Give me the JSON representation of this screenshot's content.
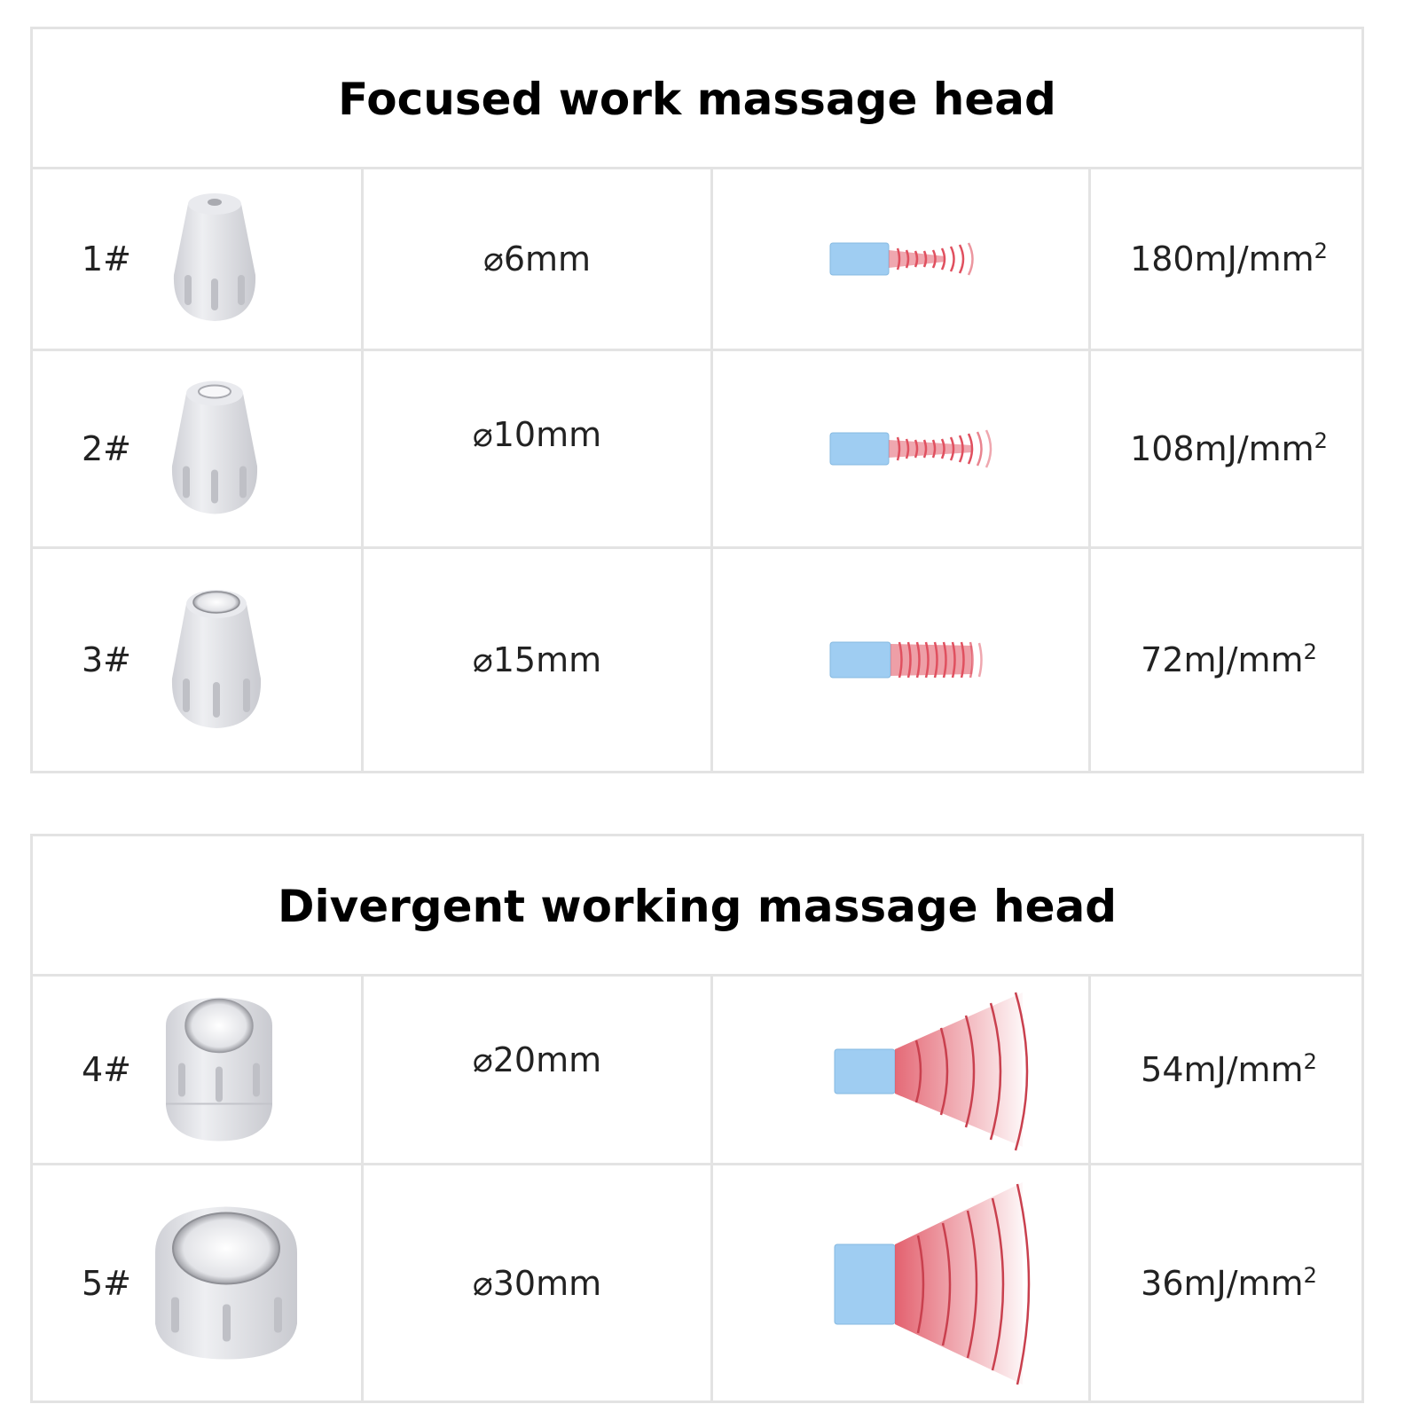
{
  "focused": {
    "title": "Focused work massage head",
    "rows": [
      {
        "id": "1#",
        "diameter": "⌀6mm",
        "energy_value": "180mJ/mm",
        "energy_exp": "2"
      },
      {
        "id": "2#",
        "diameter": "⌀10mm",
        "energy_value": "108mJ/mm",
        "energy_exp": "2"
      },
      {
        "id": "3#",
        "diameter": "⌀15mm",
        "energy_value": "72mJ/mm",
        "energy_exp": "2"
      }
    ]
  },
  "divergent": {
    "title": "Divergent working massage head",
    "rows": [
      {
        "id": "4#",
        "diameter": "⌀20mm",
        "energy_value": "54mJ/mm",
        "energy_exp": "2"
      },
      {
        "id": "5#",
        "diameter": "⌀30mm",
        "energy_value": "36mJ/mm",
        "energy_exp": "2"
      }
    ]
  },
  "colors": {
    "border": "#e3e3e3",
    "emitter_blue": "#9fcdf2",
    "wave_red": "#e0505f",
    "head_gray": "#dcdde1"
  }
}
